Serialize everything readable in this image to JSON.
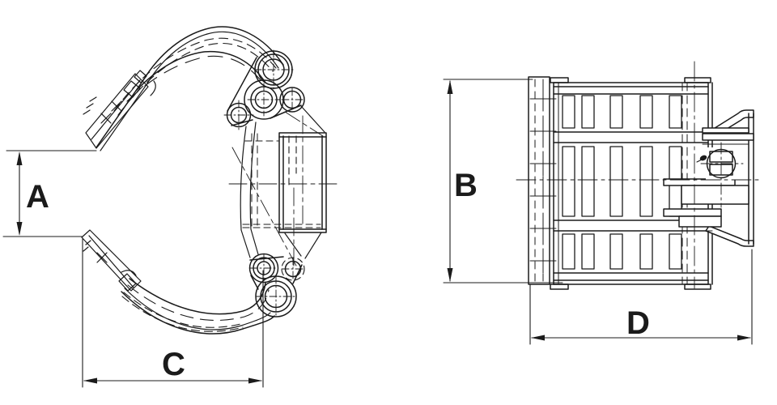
{
  "drawing": {
    "background_color": "#ffffff",
    "line_color": "#1b1b1b",
    "dimension_labels": {
      "a": "A",
      "b": "B",
      "c": "C",
      "d": "D"
    }
  }
}
